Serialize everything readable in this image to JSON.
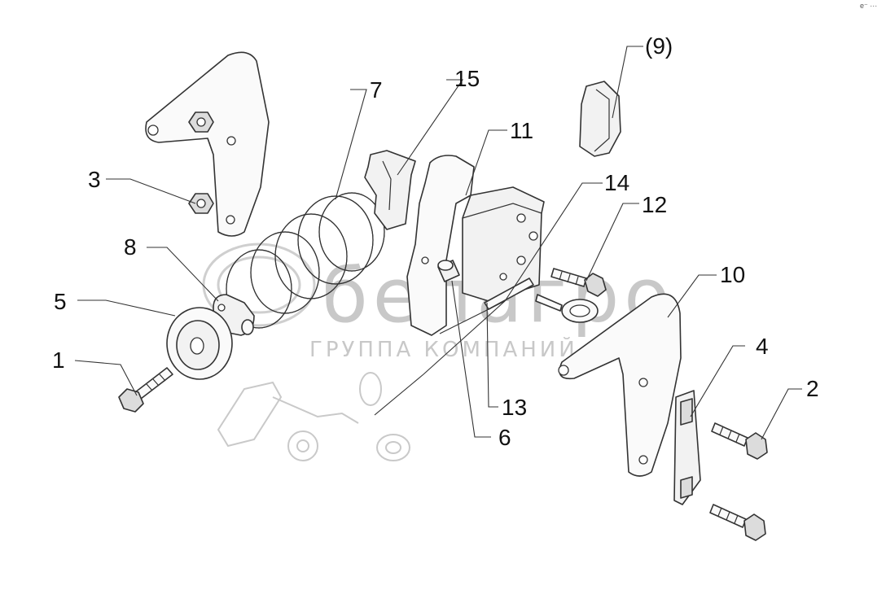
{
  "callouts": [
    {
      "id": "c1",
      "label": "1"
    },
    {
      "id": "c2",
      "label": "2"
    },
    {
      "id": "c3",
      "label": "3"
    },
    {
      "id": "c4",
      "label": "4"
    },
    {
      "id": "c5",
      "label": "5"
    },
    {
      "id": "c6",
      "label": "6"
    },
    {
      "id": "c7",
      "label": "7"
    },
    {
      "id": "c8",
      "label": "8"
    },
    {
      "id": "c9",
      "label": "(9)"
    },
    {
      "id": "c10",
      "label": "10"
    },
    {
      "id": "c11",
      "label": "11"
    },
    {
      "id": "c12",
      "label": "12"
    },
    {
      "id": "c13",
      "label": "13"
    },
    {
      "id": "c14",
      "label": "14"
    },
    {
      "id": "c15",
      "label": "15"
    }
  ],
  "watermark": {
    "brand": "белагро",
    "subtitle": "ГРУППА КОМПАНИЙ"
  },
  "corner_mark": "e⁻ ···"
}
